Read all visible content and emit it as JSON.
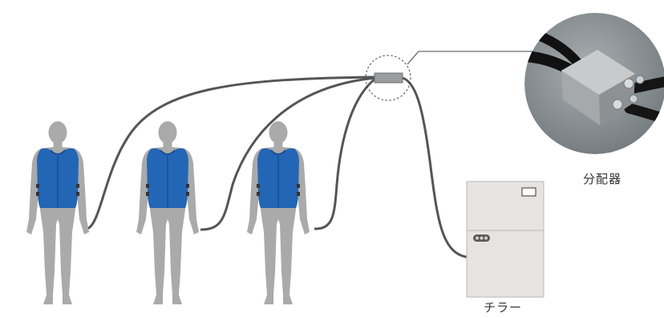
{
  "labels": {
    "distributor": "分配器",
    "chiller": "チラー"
  },
  "colors": {
    "person_body": "#aaaaaa",
    "vest": "#2366b5",
    "vest_dark": "#1a4f8f",
    "hose": "#555555",
    "chiller_body": "#e6e4e1",
    "chiller_edge": "#b9b7b3",
    "photo_bg": "#8c9396",
    "distributor_block": "#9a9d9f"
  },
  "icons": [
    "person-figure",
    "cooling-vest",
    "distributor-block",
    "chiller-unit",
    "distributor-photo"
  ]
}
